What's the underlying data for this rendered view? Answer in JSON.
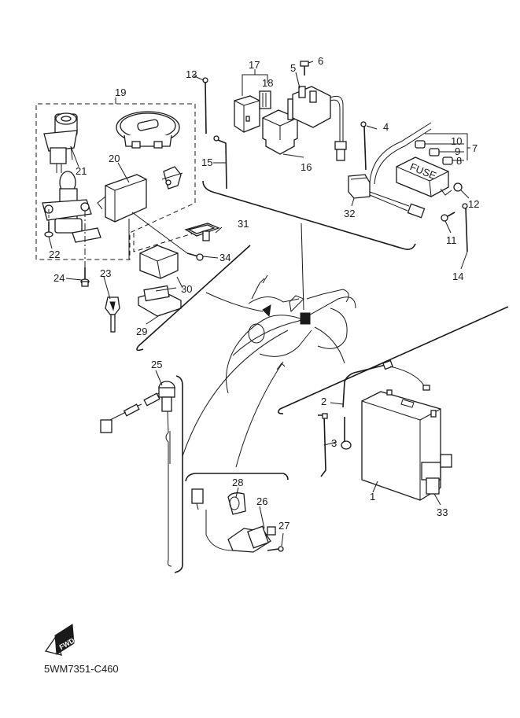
{
  "diagram": {
    "type": "exploded-parts-diagram",
    "drawing_code": "5WM7351-C460",
    "fwd_label": "FWD",
    "callouts": [
      {
        "number": "1",
        "part": "battery"
      },
      {
        "number": "2",
        "part": "battery-lead-positive"
      },
      {
        "number": "3",
        "part": "battery-band"
      },
      {
        "number": "4",
        "part": "cable-tie"
      },
      {
        "number": "5",
        "part": "starter-relay"
      },
      {
        "number": "6",
        "part": "bolt"
      },
      {
        "number": "7",
        "part": "fuse-set"
      },
      {
        "number": "8",
        "part": "fuse"
      },
      {
        "number": "9",
        "part": "fuse"
      },
      {
        "number": "10",
        "part": "fuse"
      },
      {
        "number": "11",
        "part": "screw"
      },
      {
        "number": "12",
        "part": "nut"
      },
      {
        "number": "13",
        "part": "cable-tie"
      },
      {
        "number": "14",
        "part": "cable-tie"
      },
      {
        "number": "15",
        "part": "band"
      },
      {
        "number": "16",
        "part": "relay"
      },
      {
        "number": "17",
        "part": "relay-assy"
      },
      {
        "number": "18",
        "part": "cover"
      },
      {
        "number": "19",
        "part": "main-switch-steering-lock-set"
      },
      {
        "number": "20",
        "part": "ignitor-unit"
      },
      {
        "number": "21",
        "part": "main-switch"
      },
      {
        "number": "22",
        "part": "bolt"
      },
      {
        "number": "23",
        "part": "key"
      },
      {
        "number": "24",
        "part": "bolt"
      },
      {
        "number": "25",
        "part": "switch"
      },
      {
        "number": "26",
        "part": "neutral-switch"
      },
      {
        "number": "27",
        "part": "screw"
      },
      {
        "number": "28",
        "part": "clamp"
      },
      {
        "number": "29",
        "part": "holder"
      },
      {
        "number": "30",
        "part": "cover"
      },
      {
        "number": "31",
        "part": "band"
      },
      {
        "number": "32",
        "part": "connector"
      },
      {
        "number": "33",
        "part": "relay"
      },
      {
        "number": "34",
        "part": "screw"
      }
    ]
  }
}
